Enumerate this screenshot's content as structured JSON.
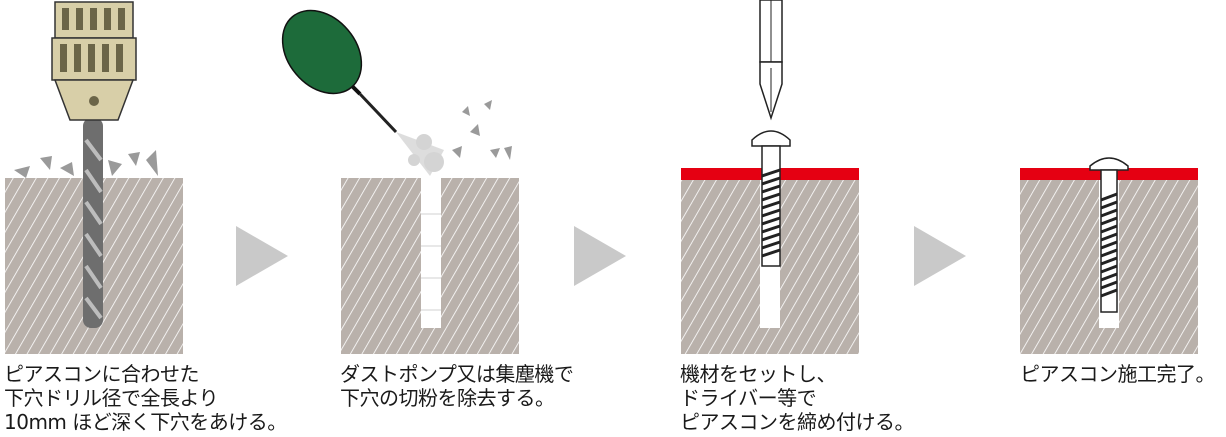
{
  "steps": [
    {
      "lines": [
        "ピアスコンに合わせた",
        "下穴ドリル径で全長より",
        "10mm ほど深く下穴をあける。"
      ]
    },
    {
      "lines": [
        "ダストポンプ又は集塵機で",
        "下穴の切粉を除去する。"
      ]
    },
    {
      "lines": [
        "機材をセットし、",
        "ドライバー等で",
        "ピアスコンを締め付ける。"
      ]
    },
    {
      "lines": [
        "ピアスコン施工完了。"
      ]
    }
  ],
  "colors": {
    "substrate_fill": "#b9b1ab",
    "hatch": "#ffffff",
    "arrow": "#c9c9c9",
    "fixture_red": "#e50012",
    "pump_bulb": "#1d6b3a",
    "drill_chuck": "#d8cfa8"
  },
  "icons": [
    "drill-chuck-icon",
    "drill-bit-icon",
    "dust-pump-icon",
    "screwdriver-icon",
    "screw-icon",
    "next-arrow-icon"
  ]
}
